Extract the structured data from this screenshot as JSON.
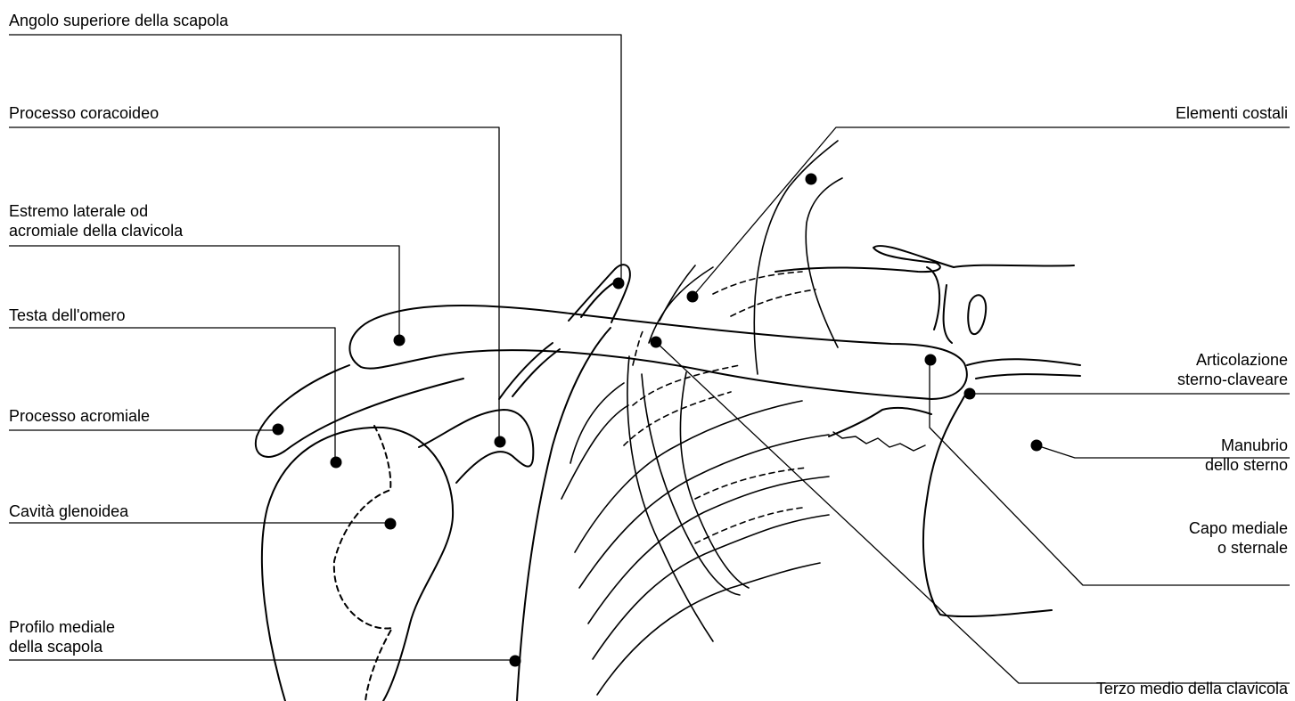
{
  "colors": {
    "ink": "#000000",
    "background": "#ffffff"
  },
  "labels": {
    "angolo_superiore": "Angolo superiore della scapola",
    "processo_coracoideo": "Processo coracoideo",
    "estremo_laterale": [
      "Estremo laterale od",
      "acromiale della clavicola"
    ],
    "testa_omero": "Testa dell'omero",
    "processo_acromiale": "Processo acromiale",
    "cavita_glenoidea": "Cavità glenoidea",
    "profilo_mediale": [
      "Profilo mediale",
      "della scapola"
    ],
    "elementi_costali": "Elementi costali",
    "articolazione": [
      "Articolazione",
      "sterno-claveare"
    ],
    "manubrio": [
      "Manubrio",
      "dello sterno"
    ],
    "capo_mediale": [
      "Capo mediale",
      "o sternale"
    ],
    "terzo_medio": "Terzo medio della clavicola"
  }
}
